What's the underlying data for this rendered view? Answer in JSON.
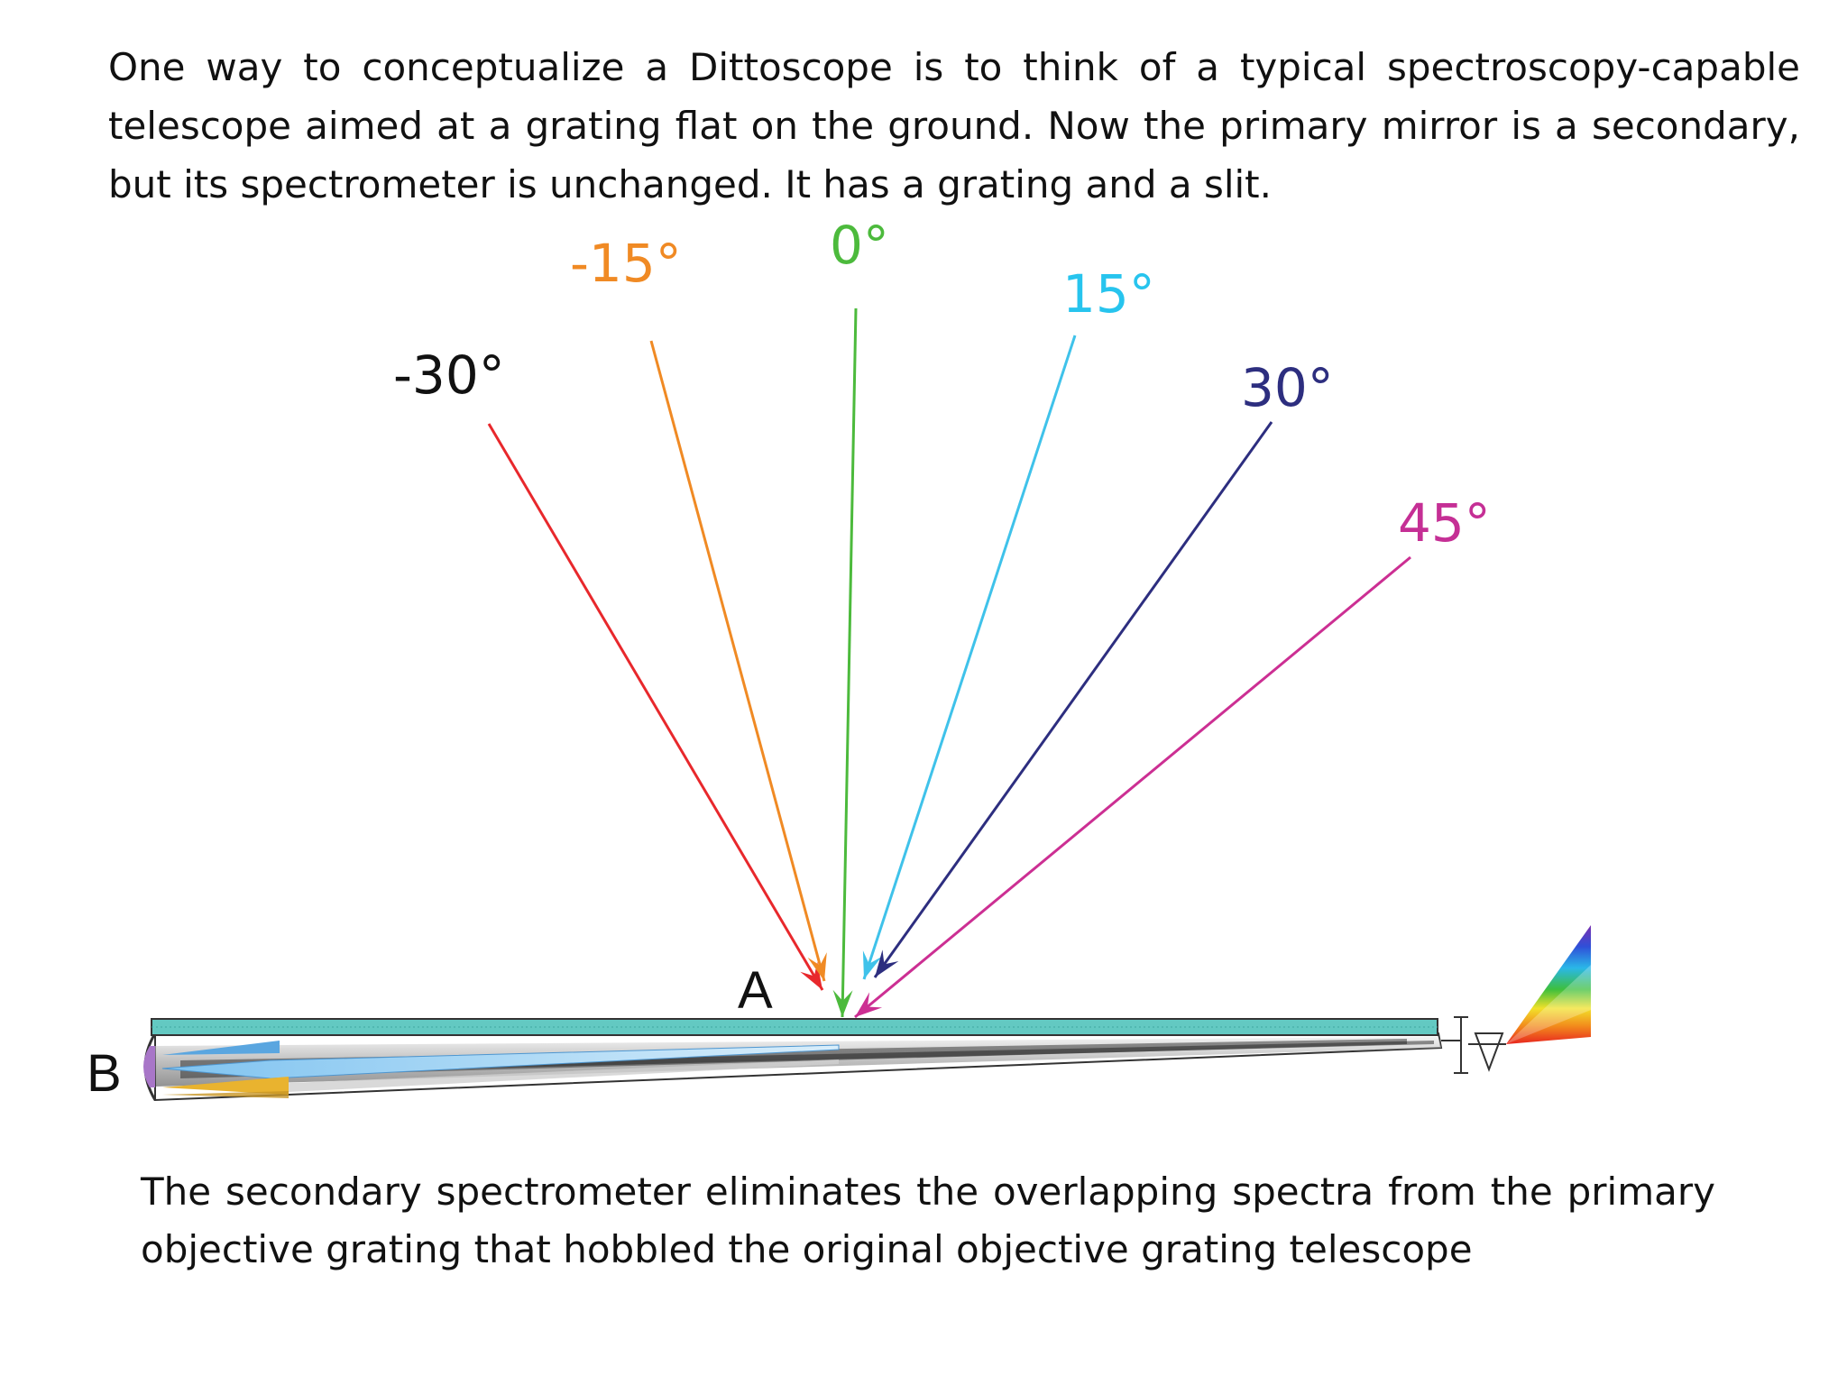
{
  "intro_text": "One way to conceptualize a Dittoscope is to think of a typical spectroscopy-capable telescope aimed at a grating flat on the ground. Now the primary mirror is a secondary, but its spectrometer is unchanged. It has a grating and a slit.",
  "caption_text": "The secondary spectrometer eliminates the overlapping spectra from the primary objective grating that hobbled the original objective grating telescope",
  "rays": [
    {
      "label": "-30°",
      "color": "#e8282c",
      "label_color": "#111111"
    },
    {
      "label": "-15°",
      "color": "#f08a24",
      "label_color": "#f08a24"
    },
    {
      "label": "0°",
      "color": "#4cba3c",
      "label_color": "#4cba3c"
    },
    {
      "label": "15°",
      "color": "#3fc2ea",
      "label_color": "#27c4ee"
    },
    {
      "label": "30°",
      "color": "#2d2e7f",
      "label_color": "#2d2e7f"
    },
    {
      "label": "45°",
      "color": "#cc2f93",
      "label_color": "#c52f95"
    }
  ],
  "point_a": "A",
  "point_b": "B",
  "colors": {
    "grating": "#63c9c2",
    "text": "#111111"
  }
}
